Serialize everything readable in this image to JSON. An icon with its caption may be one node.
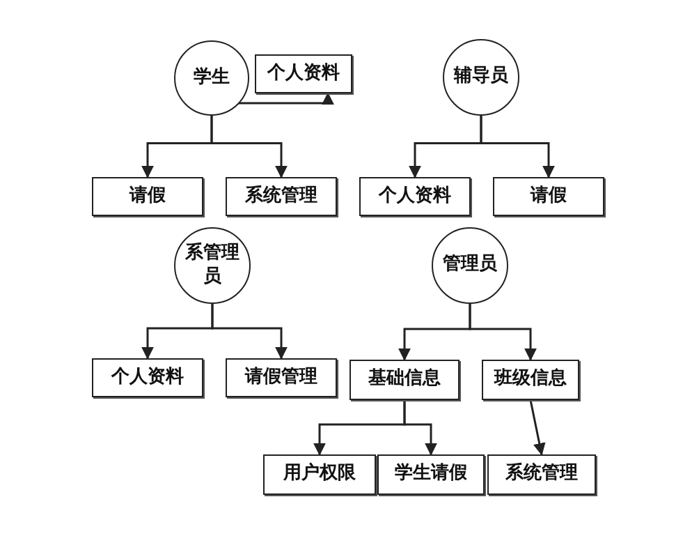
{
  "diagram": {
    "nodes": [
      {
        "text": [
          "学生"
        ]
      },
      {
        "text": [
          "个人资料"
        ]
      },
      {
        "text": [
          "请假"
        ]
      },
      {
        "text": [
          "系统管理"
        ]
      },
      {
        "text": [
          "辅导员"
        ]
      },
      {
        "text": [
          "个人资料"
        ]
      },
      {
        "text": [
          "请假"
        ]
      },
      {
        "text": [
          "系管理员"
        ]
      },
      {
        "text": [
          "个人资料"
        ]
      },
      {
        "text": [
          "请假管理"
        ]
      },
      {
        "text": [
          "管理员"
        ]
      },
      {
        "text": [
          "基础信息"
        ]
      },
      {
        "text": [
          "班级信息"
        ]
      },
      {
        "text": [
          "用户权限"
        ]
      },
      {
        "text": [
          "学生请假"
        ]
      },
      {
        "text": [
          "系统管理"
        ]
      }
    ],
    "edges": [
      {
        "from": 0,
        "to": 1,
        "arrow": "to"
      },
      {
        "from": 0,
        "to": 2,
        "arrow": "to"
      },
      {
        "from": 0,
        "to": 3,
        "arrow": "to"
      },
      {
        "from": 4,
        "to": 5,
        "arrow": "to"
      },
      {
        "from": 4,
        "to": 6,
        "arrow": "to"
      },
      {
        "from": 7,
        "to": 8,
        "arrow": "to"
      },
      {
        "from": 7,
        "to": 9,
        "arrow": "to"
      },
      {
        "from": 10,
        "to": 11,
        "arrow": "to"
      },
      {
        "from": 10,
        "to": 12,
        "arrow": "to"
      },
      {
        "from": 11,
        "to": 13,
        "arrow": "to"
      },
      {
        "from": 11,
        "to": 14,
        "arrow": "to"
      },
      {
        "from": 12,
        "to": 15,
        "arrow": "to"
      }
    ]
  }
}
